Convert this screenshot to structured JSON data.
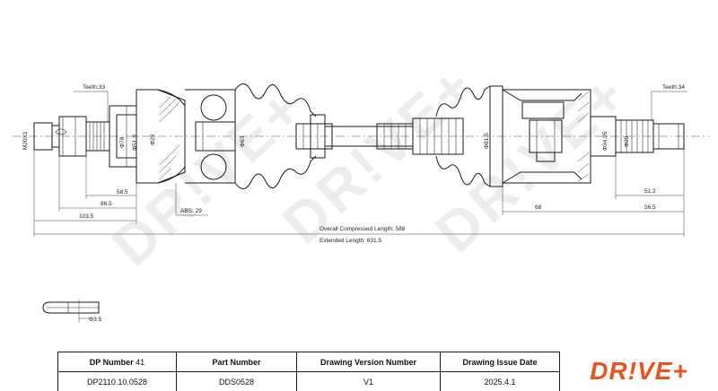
{
  "labels": {
    "teeth_left": "Teeth:33",
    "teeth_right": "Teeth:34",
    "thread": "M20X1",
    "dia_78": "Φ78",
    "dia_51_9": "Φ51.9",
    "dia_29": "Φ29",
    "dia_63": "Φ63",
    "dia_81_5": "Φ81.5",
    "dia_34_95": "Φ34.95",
    "dia_right_small": "Φ29",
    "len_58_5": "58.5",
    "len_86_5": "86.5",
    "len_103_5": "103.5",
    "abs": "ABS: 29",
    "len_68": "68",
    "len_51_2": "51.2",
    "len_56_5": "56.5",
    "overall": "Overall  Compressed  Length: 588",
    "extended": "Extended  Length: 631.5",
    "pin_dia": "Φ3.5"
  },
  "title_block": {
    "dp_number_label": "DP Number",
    "dp_number_value": "41",
    "part_number_label": "Part Number",
    "drawing_version_label": "Drawing Version Number",
    "drawing_issue_label": "Drawing Issue Date",
    "dp_number": "DP2110.10.0528",
    "part_number": "DDS0528",
    "version": "V1",
    "issue_date": "2025.4.1"
  },
  "logo": "DR!VE+",
  "watermark": "DR!VE+",
  "colors": {
    "brand": "#e8541e",
    "line": "#1a1a1a",
    "watermark": "#d9d9d9"
  }
}
